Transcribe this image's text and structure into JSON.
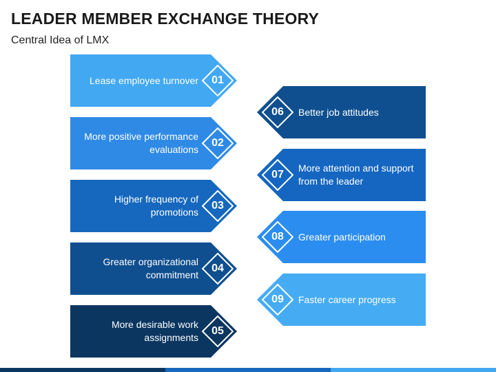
{
  "header": {
    "title": "LEADER MEMBER EXCHANGE THEORY",
    "subtitle": "Central Idea of LMX"
  },
  "items": [
    {
      "num": "01",
      "text": "Lease employee turnover",
      "color": "#42a8f2"
    },
    {
      "num": "02",
      "text": "More positive performance evaluations",
      "color": "#2f8ae6"
    },
    {
      "num": "03",
      "text": "Higher frequency of promotions",
      "color": "#1668be"
    },
    {
      "num": "04",
      "text": "Greater organizational commitment",
      "color": "#0f4f8f"
    },
    {
      "num": "05",
      "text": "More desirable work assignments",
      "color": "#0b3660"
    },
    {
      "num": "06",
      "text": "Better job attitudes",
      "color": "#0f4f8f"
    },
    {
      "num": "07",
      "text": "More attention and support from the leader",
      "color": "#1466c1"
    },
    {
      "num": "08",
      "text": "Greater participation",
      "color": "#2b8df0"
    },
    {
      "num": "09",
      "text": "Faster career progress",
      "color": "#45acf3"
    }
  ],
  "footer_colors": [
    "#0b3660",
    "#1668be",
    "#42a8f2"
  ]
}
